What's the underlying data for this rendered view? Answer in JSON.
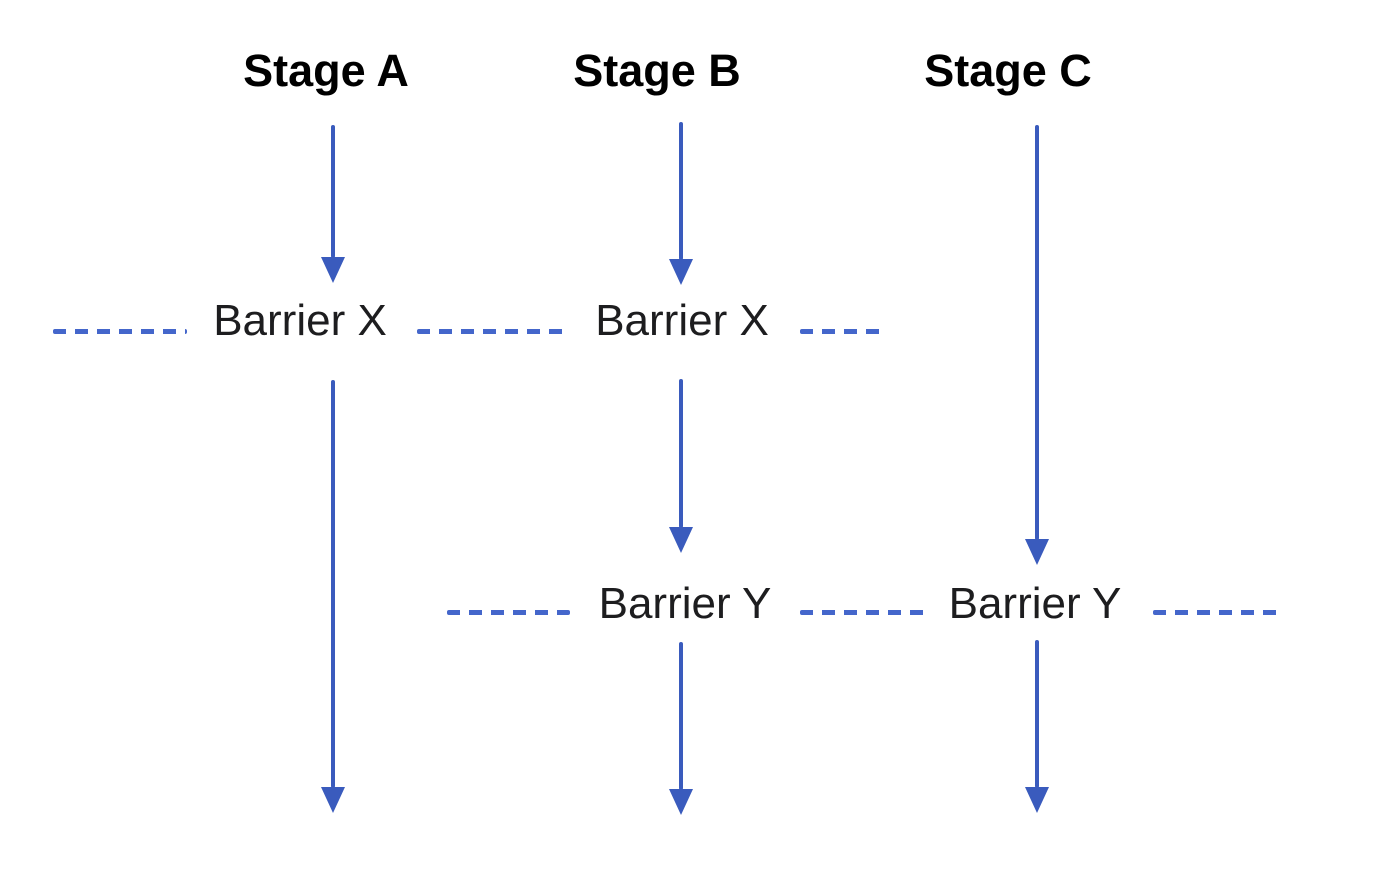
{
  "diagram": {
    "colors": {
      "arrow": "#3a5bbd",
      "dash": "#4466cb",
      "heading_text": "#000000",
      "label_text": "#1d1d1f",
      "background": "#ffffff"
    },
    "stages": [
      {
        "label": "Stage A"
      },
      {
        "label": "Stage B"
      },
      {
        "label": "Stage C"
      }
    ],
    "barrier_labels": {
      "x1": "Barrier X",
      "x2": "Barrier X",
      "y1": "Barrier Y",
      "y2": "Barrier Y"
    }
  }
}
